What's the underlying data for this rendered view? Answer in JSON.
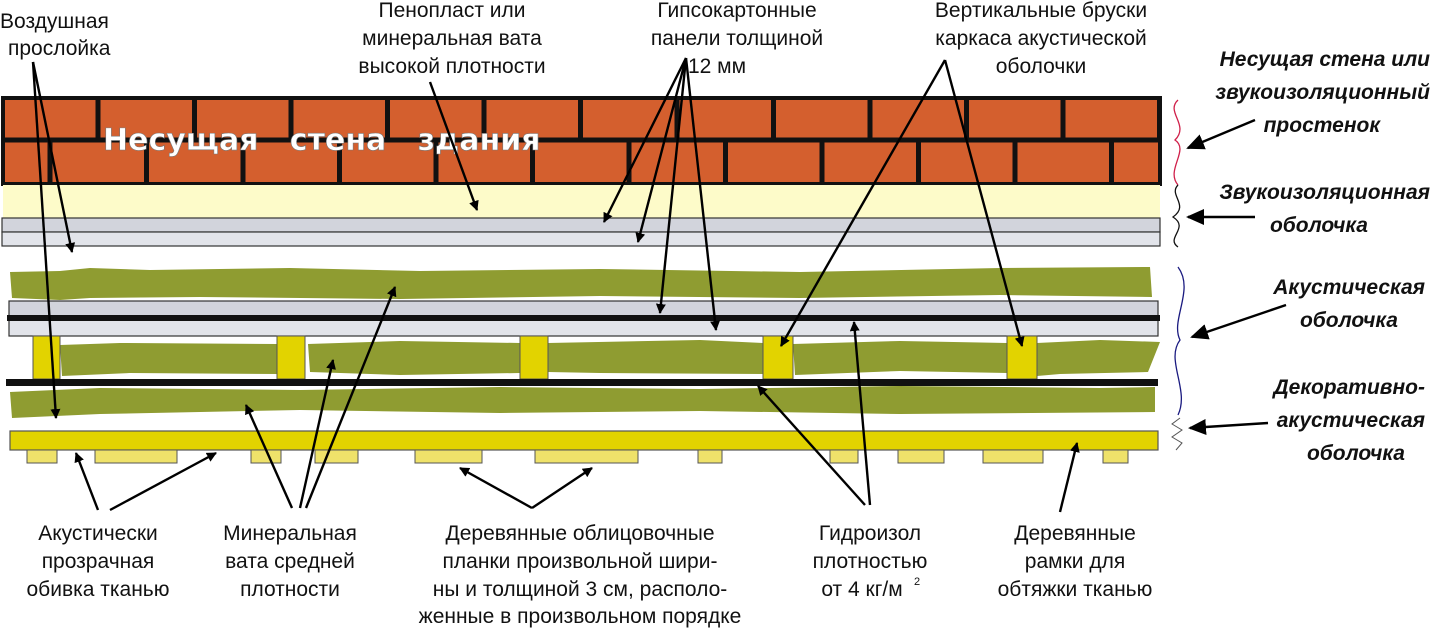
{
  "wall_text": "Несущая   стена   здания",
  "top_labels": {
    "air_gap": [
      "Воздушная",
      "прослойка"
    ],
    "foam": [
      "Пенопласт или",
      "минеральная вата",
      "высокой плотности"
    ],
    "gypsum": [
      "Гипсокартонные",
      "панели толщиной",
      "12 мм"
    ],
    "battens": [
      "Вертикальные бруски",
      "каркаса акустической",
      "оболочки"
    ]
  },
  "side_labels": {
    "load_wall": [
      "Несущая стена или",
      "звукоизоляционный",
      "простенок"
    ],
    "sound_shell": [
      "Звукоизоляционная",
      "оболочка"
    ],
    "acoustic_shell": [
      "Акустическая",
      "оболочка"
    ],
    "decor_shell": [
      "Декоративно-",
      "акустическая",
      "оболочка"
    ]
  },
  "bottom_labels": {
    "fabric": [
      "Акустически",
      "прозрачная",
      "обивка тканью"
    ],
    "mineral_wool": [
      "Минеральная",
      "вата средней",
      "плотности"
    ],
    "planks": [
      "Деревянные облицовочные",
      "планки произвольной шири-",
      "ны и толщиной 3 см, располо-",
      "женные в произвольном порядке"
    ],
    "waterproof": [
      "Гидроизол",
      "плотностью",
      "от 4 кг/м",
      "2"
    ],
    "frames": [
      "Деревянные",
      "рамки для",
      "обтяжки тканью"
    ]
  },
  "colors": {
    "brick": "#d45f2e",
    "foam": "#fdfbc9",
    "gypsum": "#d4d6de",
    "wool": "#8f9c31",
    "stud": "#e2d300",
    "plank": "#efe26a"
  }
}
